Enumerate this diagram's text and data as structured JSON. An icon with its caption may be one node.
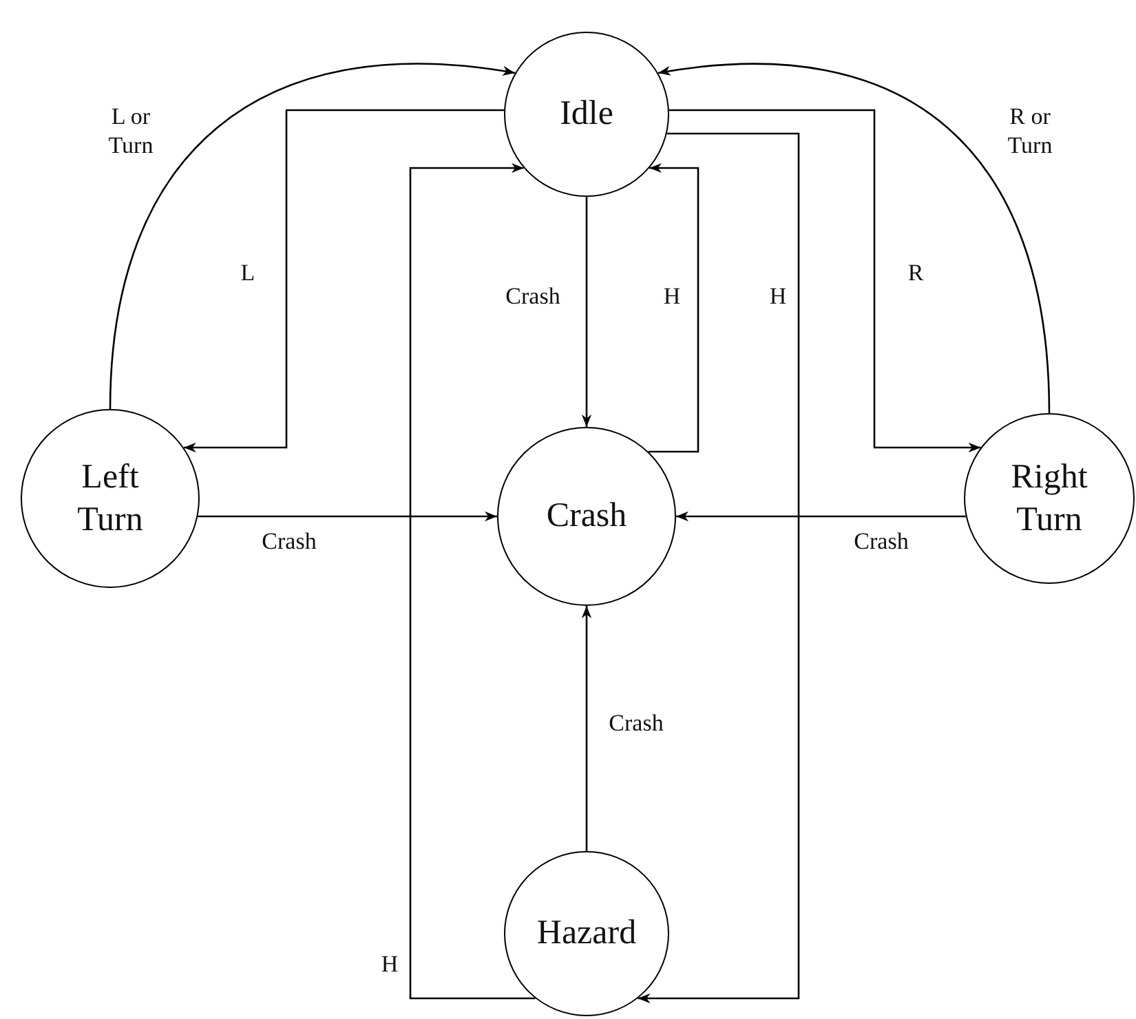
{
  "diagram": {
    "nodes": [
      {
        "text": [
          "Idle"
        ]
      },
      {
        "text": [
          "Left Turn"
        ]
      },
      {
        "text": [
          "Crash"
        ]
      },
      {
        "text": [
          "Right Turn"
        ]
      },
      {
        "text": [
          "Hazard"
        ]
      }
    ],
    "edges": [
      {
        "from": 1,
        "to": 0,
        "arrow": "to",
        "label": "L or Turn"
      },
      {
        "from": 0,
        "to": 1,
        "arrow": "to",
        "label": "L"
      },
      {
        "from": 3,
        "to": 0,
        "arrow": "to",
        "label": "R or Turn"
      },
      {
        "from": 0,
        "to": 3,
        "arrow": "to",
        "label": "R"
      },
      {
        "from": 0,
        "to": 2,
        "arrow": "to",
        "label": "Crash"
      },
      {
        "from": 2,
        "to": 0,
        "arrow": "to",
        "label": "H"
      },
      {
        "from": 0,
        "to": 4,
        "arrow": "to",
        "label": "H"
      },
      {
        "from": 4,
        "to": 0,
        "arrow": "to",
        "label": "H"
      },
      {
        "from": 1,
        "to": 2,
        "arrow": "to",
        "label": "Crash"
      },
      {
        "from": 3,
        "to": 2,
        "arrow": "to",
        "label": "Crash"
      },
      {
        "from": 4,
        "to": 2,
        "arrow": "to",
        "label": "Crash"
      }
    ]
  }
}
